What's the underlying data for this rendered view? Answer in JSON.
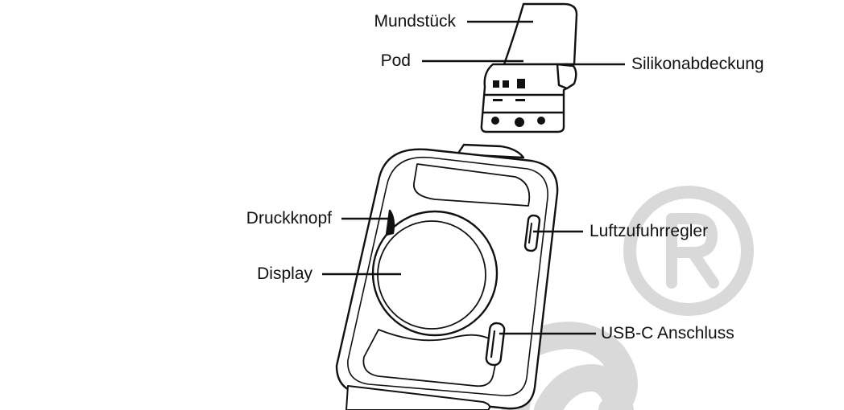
{
  "labels": {
    "mouthpiece": "Mundstück",
    "pod": "Pod",
    "silicone_cover": "Silikonabdeckung",
    "push_button": "Druckknopf",
    "display": "Display",
    "airflow_control": "Luftzufuhrregler",
    "usb_port": "USB-C Anschluss"
  },
  "colors": {
    "line": "#111111",
    "watermark": "#d9d9d9",
    "background": "#ffffff"
  },
  "icons": {
    "watermark": "registered-trademark-icon"
  }
}
